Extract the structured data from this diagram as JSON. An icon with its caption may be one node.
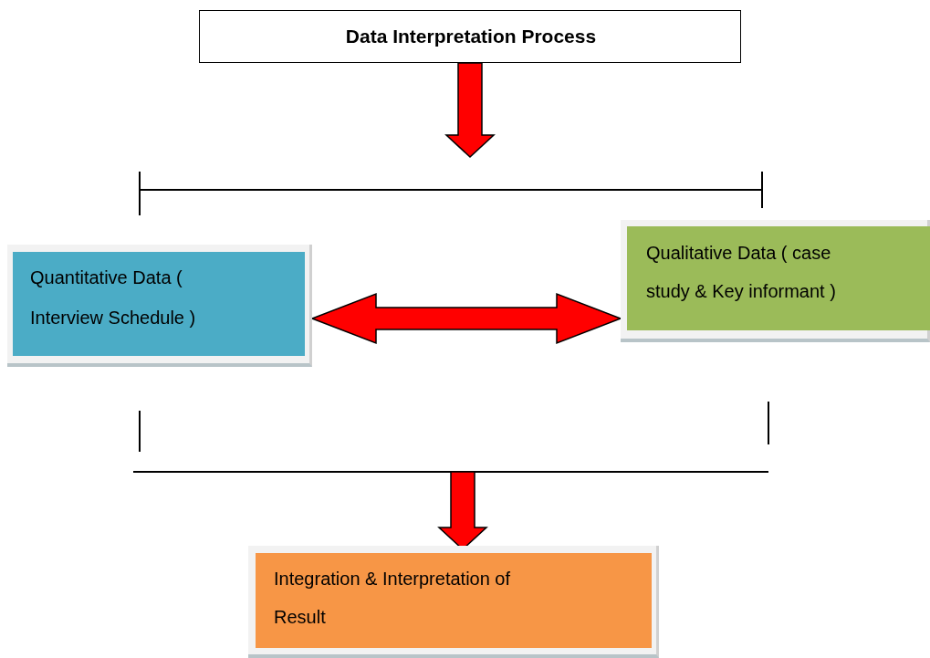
{
  "diagram": {
    "nodes": [
      {
        "text": [
          "Data Interpretation Process"
        ]
      },
      {
        "text": [
          "Quantitative Data ( Interview Schedule )"
        ]
      },
      {
        "text": [
          "Qualitative Data ( case study & Key informant )"
        ]
      },
      {
        "text": [
          "Integration & Interpretation of Result"
        ]
      }
    ],
    "edges": [
      {
        "from": 0,
        "to": null,
        "arrow": "to",
        "style": "thick"
      },
      {
        "from": 1,
        "to": 2,
        "arrow": "both",
        "style": "thick"
      },
      {
        "from": null,
        "to": 3,
        "arrow": "to",
        "style": "thick"
      }
    ]
  }
}
